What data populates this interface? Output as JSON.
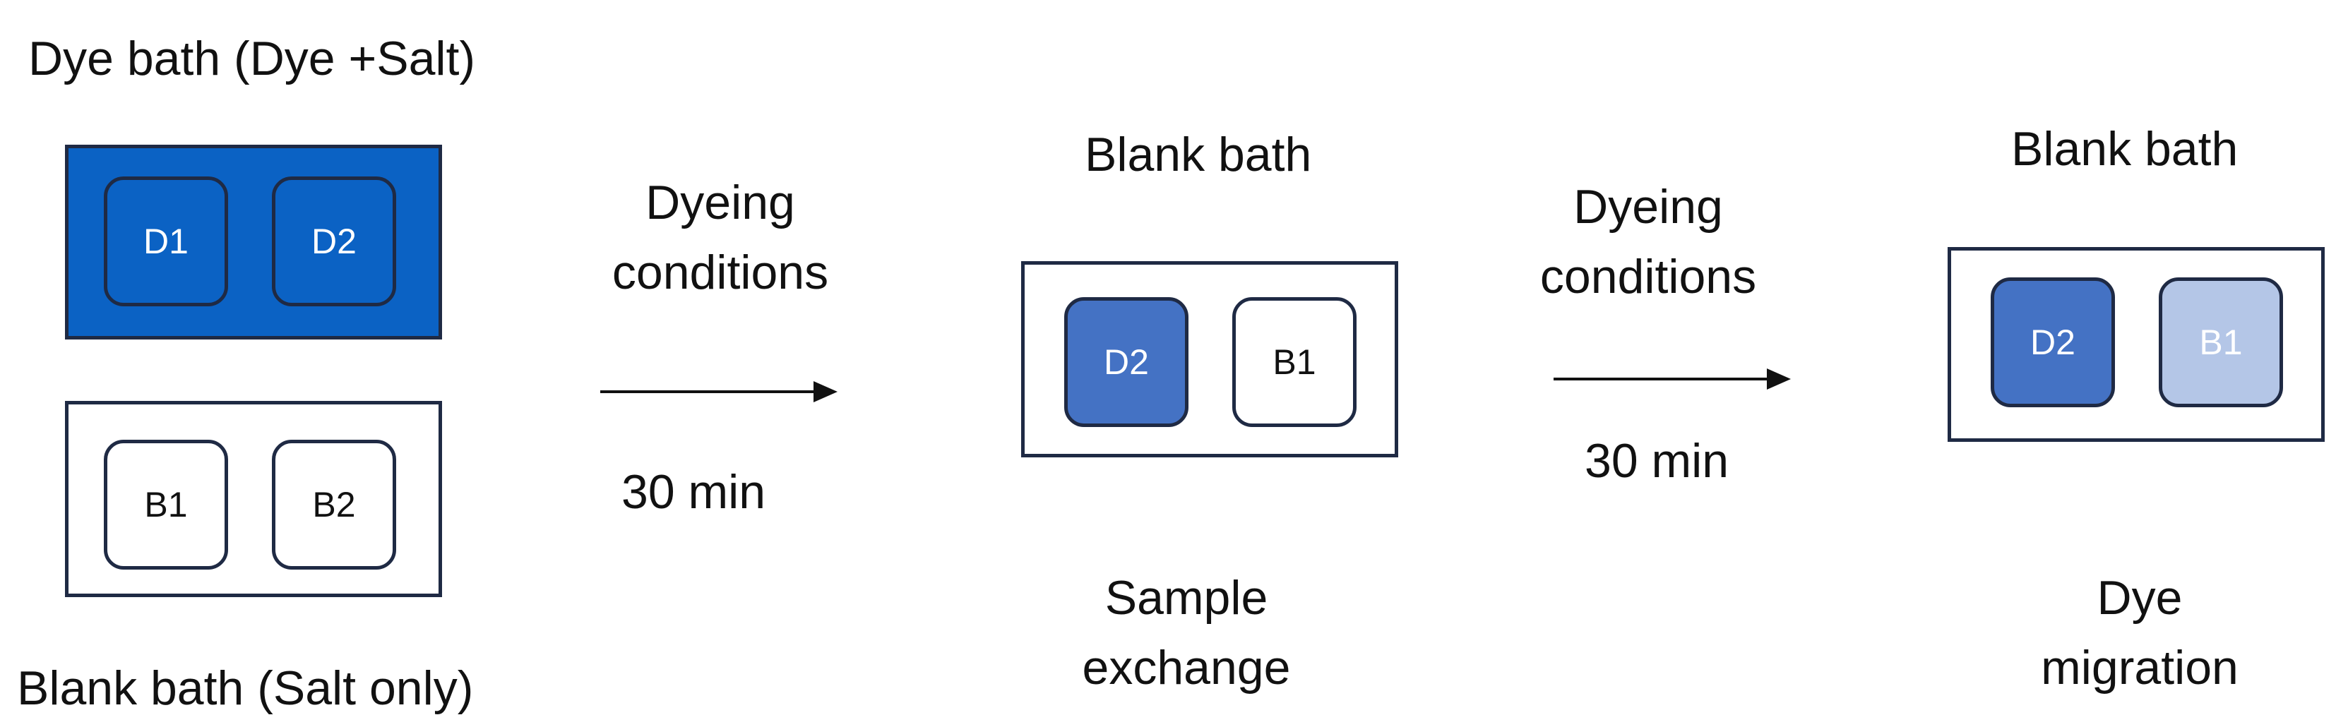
{
  "stage1": {
    "dye_bath_label": "Dye bath (Dye +Salt)",
    "blank_bath_label": "Blank bath (Salt only)",
    "dye_samples": [
      "D1",
      "D2"
    ],
    "blank_samples": [
      "B1",
      "B2"
    ]
  },
  "step1": {
    "label_line1": "Dyeing",
    "label_line2": "conditions",
    "time": "30 min"
  },
  "stage2": {
    "bath_label": "Blank bath",
    "samples": [
      "D2",
      "B1"
    ],
    "caption_line1": "Sample",
    "caption_line2": "exchange"
  },
  "step2": {
    "label_line1": "Dyeing",
    "label_line2": "conditions",
    "time": "30 min"
  },
  "stage3": {
    "bath_label": "Blank bath",
    "samples": [
      "D2",
      "B1"
    ],
    "caption_line1": "Dye",
    "caption_line2": "migration"
  },
  "colors": {
    "dye_bath": "#0b62c4",
    "dyed_sample": "#0b62c4",
    "exchanged_dyed_sample": "#4472c4",
    "migrated_sample": "#b4c6e7",
    "outline": "#1f2a44"
  }
}
